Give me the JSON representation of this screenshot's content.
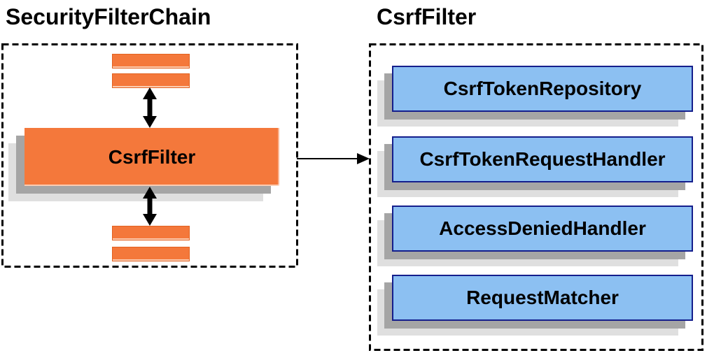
{
  "left_panel": {
    "title": "SecurityFilterChain",
    "filter_label": "CsrfFilter",
    "placeholder_bar_count": 4
  },
  "right_panel": {
    "title": "CsrfFilter",
    "components": [
      {
        "label": "CsrfTokenRepository"
      },
      {
        "label": "CsrfTokenRequestHandler"
      },
      {
        "label": "AccessDeniedHandler"
      },
      {
        "label": "RequestMatcher"
      }
    ]
  },
  "connector": {
    "from": "CsrfFilter node in SecurityFilterChain",
    "to": "CsrfFilter detail panel"
  },
  "colors": {
    "orange": "#F4783B",
    "orange_border": "#E2611F",
    "blue": "#8CC0F2",
    "blue_border": "#141E8C",
    "shadow_mid": "#A5A5A5",
    "shadow_light": "#DFDFDF",
    "line": "#000000"
  }
}
